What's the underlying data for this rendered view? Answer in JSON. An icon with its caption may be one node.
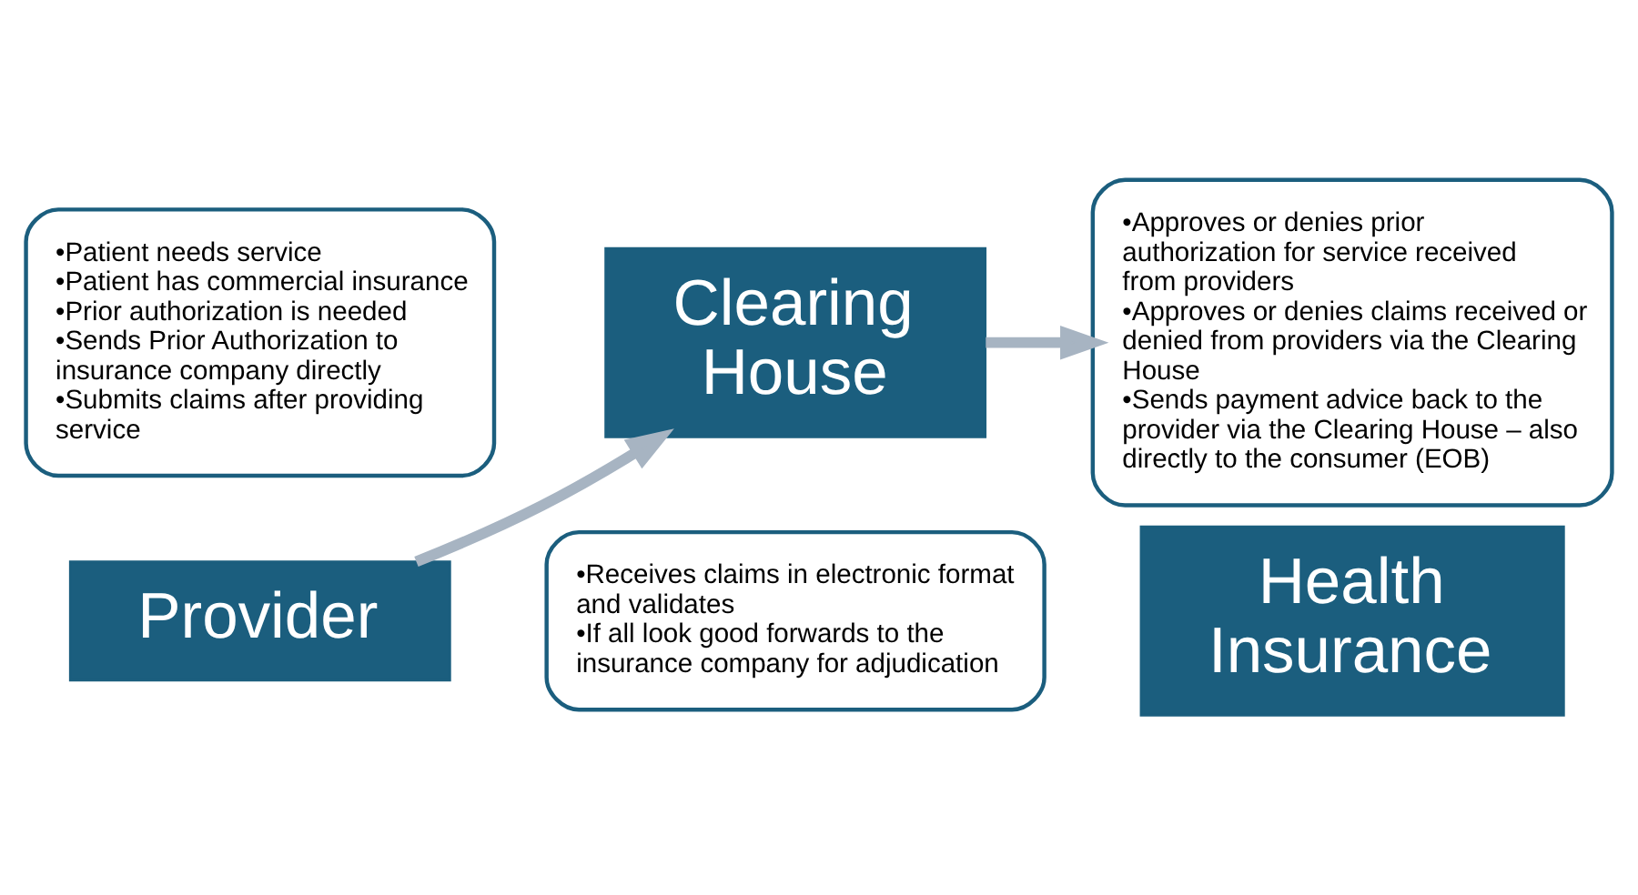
{
  "diagram": {
    "nodes": [
      {
        "text": [
          "•Patient needs service",
          "•Patient has commercial insurance",
          "•Prior authorization is needed",
          "•Sends Prior Authorization to insurance company directly",
          "•Submits claims after providing service"
        ]
      },
      {
        "text": [
          "Provider"
        ]
      },
      {
        "text": [
          "Clearing House"
        ]
      },
      {
        "text": [
          "•Receives claims in electronic format and validates",
          "•If all look good forwards to the insurance company for adjudication"
        ]
      },
      {
        "text": [
          "•Approves or denies prior authorization for service received from providers",
          "•Approves or denies claims received or denied from providers via the Clearing House",
          "•Sends payment advice back to the provider via the Clearing House – also directly to the consumer (EOB)"
        ]
      },
      {
        "text": [
          "Health Insurance"
        ]
      }
    ],
    "edges": [
      {
        "from": 1,
        "to": 2,
        "arrow": "to"
      },
      {
        "from": 2,
        "to": 4,
        "arrow": "to"
      }
    ]
  }
}
